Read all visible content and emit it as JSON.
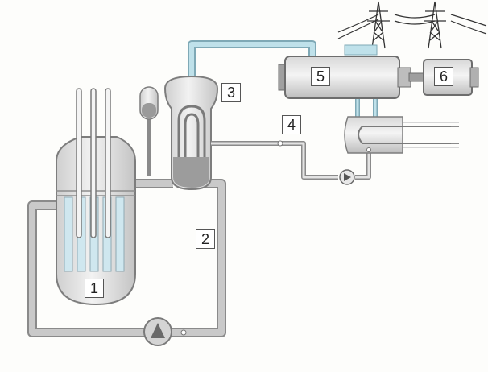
{
  "labels": {
    "reactor": "1",
    "primary_circuit": "2",
    "steam_generator": "3",
    "secondary_circuit": "4",
    "turbine": "5",
    "generator": "6"
  },
  "colors": {
    "pipe_gray": "#b9b9b9",
    "pipe_gray_edge": "#8a8a8a",
    "vessel_light": "#e2e2e2",
    "steam_blue": "#b8dce6",
    "rod_blue": "#cfe7ef",
    "background": "#fdfdfb"
  }
}
